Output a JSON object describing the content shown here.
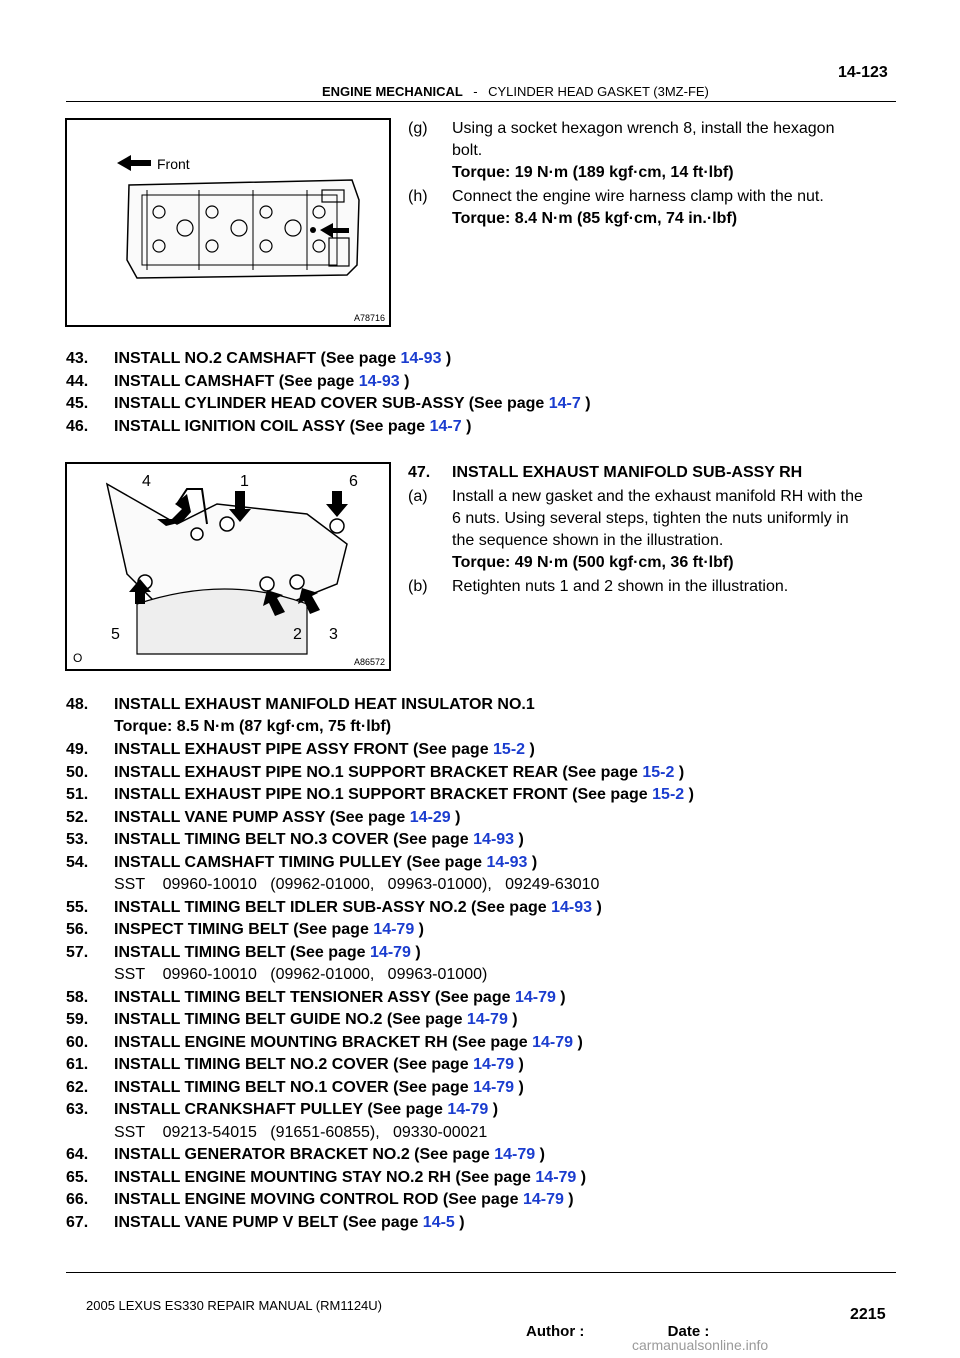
{
  "header": {
    "page_number": "14-123",
    "section": "ENGINE MECHANICAL",
    "separator": "-",
    "subsection": "CYLINDER HEAD GASKET (3MZ-FE)"
  },
  "figure1": {
    "code": "A78716",
    "label_front": "Front"
  },
  "figure2": {
    "code": "A86572",
    "numbers": [
      "4",
      "1",
      "6",
      "5",
      "2",
      "3"
    ],
    "corner_mark": "O"
  },
  "top_steps": {
    "g_label": "(g)",
    "g_text_1": "Using a socket hexagon wrench 8, install the hexagon",
    "g_text_2": "bolt.",
    "g_torque": "Torque: 19 N·m (189 kgf·cm, 14 ft·lbf)",
    "h_label": "(h)",
    "h_text": "Connect the engine wire harness clamp with the nut.",
    "h_torque": "Torque: 8.4 N·m (85 kgf·cm, 74 in.·lbf)"
  },
  "steps_a": [
    {
      "num": "43.",
      "text": "INSTALL NO.2 CAMSHAFT (See page ",
      "link": "14-93",
      "end": " )"
    },
    {
      "num": "44.",
      "text": "INSTALL CAMSHAFT (See page ",
      "link": "14-93",
      "end": " )"
    },
    {
      "num": "45.",
      "text": "INSTALL CYLINDER HEAD COVER SUB-ASSY (See page ",
      "link": "14-7",
      "end": " )"
    },
    {
      "num": "46.",
      "text": "INSTALL IGNITION COIL ASSY (See page ",
      "link": "14-7",
      "end": " )"
    }
  ],
  "step47": {
    "num": "47.",
    "title": "INSTALL EXHAUST MANIFOLD SUB-ASSY RH",
    "a_label": "(a)",
    "a_text_1": "Install a new gasket and the exhaust manifold RH with the",
    "a_text_2": "6 nuts. Using several steps, tighten the nuts uniformly in",
    "a_text_3": "the sequence shown in the illustration.",
    "a_torque": "Torque: 49 N·m (500 kgf·cm, 36 ft·lbf)",
    "b_label": "(b)",
    "b_text": "Retighten nuts 1 and 2 shown in the illustration."
  },
  "step48": {
    "num": "48.",
    "text": "INSTALL EXHAUST MANIFOLD HEAT INSULATOR NO.1",
    "torque": "Torque: 8.5 N·m (87 kgf·cm, 75 ft·lbf)"
  },
  "steps_b": [
    {
      "num": "49.",
      "text": "INSTALL EXHAUST PIPE ASSY FRONT (See page ",
      "link": "15-2",
      "end": " )",
      "sst": ""
    },
    {
      "num": "50.",
      "text": "INSTALL EXHAUST PIPE NO.1 SUPPORT BRACKET REAR (See page ",
      "link": "15-2",
      "end": " )",
      "sst": ""
    },
    {
      "num": "51.",
      "text": "INSTALL EXHAUST PIPE NO.1 SUPPORT BRACKET FRONT (See page ",
      "link": "15-2",
      "end": " )",
      "sst": ""
    },
    {
      "num": "52.",
      "text": "INSTALL VANE PUMP ASSY (See page ",
      "link": "14-29",
      "end": " )",
      "sst": ""
    },
    {
      "num": "53.",
      "text": "INSTALL TIMING BELT NO.3 COVER (See page ",
      "link": "14-93",
      "end": " )",
      "sst": ""
    },
    {
      "num": "54.",
      "text": "INSTALL CAMSHAFT TIMING PULLEY (See page ",
      "link": "14-93",
      "end": " )",
      "sst": "SST    09960-10010   (09962-01000,   09963-01000),   09249-63010"
    },
    {
      "num": "55.",
      "text": "INSTALL TIMING BELT IDLER SUB-ASSY NO.2 (See page ",
      "link": "14-93",
      "end": " )",
      "sst": ""
    },
    {
      "num": "56.",
      "text": "INSPECT TIMING BELT (See page ",
      "link": "14-79",
      "end": " )",
      "sst": ""
    },
    {
      "num": "57.",
      "text": "INSTALL TIMING BELT (See page ",
      "link": "14-79",
      "end": " )",
      "sst": "SST    09960-10010   (09962-01000,   09963-01000)"
    },
    {
      "num": "58.",
      "text": "INSTALL TIMING BELT TENSIONER ASSY (See page ",
      "link": "14-79",
      "end": " )",
      "sst": ""
    },
    {
      "num": "59.",
      "text": "INSTALL TIMING BELT GUIDE NO.2 (See page ",
      "link": "14-79",
      "end": " )",
      "sst": ""
    },
    {
      "num": "60.",
      "text": "INSTALL ENGINE MOUNTING BRACKET RH (See page ",
      "link": "14-79",
      "end": " )",
      "sst": ""
    },
    {
      "num": "61.",
      "text": "INSTALL TIMING BELT NO.2 COVER (See page ",
      "link": "14-79",
      "end": " )",
      "sst": ""
    },
    {
      "num": "62.",
      "text": "INSTALL TIMING BELT NO.1 COVER (See page ",
      "link": "14-79",
      "end": " )",
      "sst": ""
    },
    {
      "num": "63.",
      "text": "INSTALL CRANKSHAFT PULLEY (See page ",
      "link": "14-79",
      "end": " )",
      "sst": "SST    09213-54015   (91651-60855),   09330-00021"
    },
    {
      "num": "64.",
      "text": "INSTALL GENERATOR BRACKET NO.2 (See page ",
      "link": "14-79",
      "end": " )",
      "sst": ""
    },
    {
      "num": "65.",
      "text": "INSTALL ENGINE MOUNTING STAY NO.2 RH (See page ",
      "link": "14-79",
      "end": " )",
      "sst": ""
    },
    {
      "num": "66.",
      "text": "INSTALL ENGINE MOVING CONTROL ROD (See page ",
      "link": "14-79",
      "end": " )",
      "sst": ""
    },
    {
      "num": "67.",
      "text": "INSTALL VANE PUMP V BELT (See page ",
      "link": "14-5",
      "end": " )",
      "sst": ""
    }
  ],
  "footer": {
    "manual": "2005 LEXUS ES330 REPAIR MANUAL   (RM1124U)",
    "author_date": "Author :                    Date :",
    "page_total": "2215",
    "watermark": "carmanualsonline.info"
  }
}
